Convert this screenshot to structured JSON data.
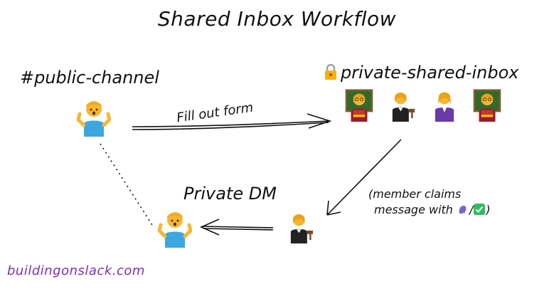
{
  "title": "Shared Inbox Workflow",
  "public_channel": {
    "label": "#public-channel",
    "icon": "person-shrugging-icon"
  },
  "private_inbox": {
    "label": "private-shared-inbox",
    "icon": "lock-icon",
    "members": [
      {
        "icon": "teacher-icon"
      },
      {
        "icon": "judge-icon"
      },
      {
        "icon": "office-worker-icon"
      },
      {
        "icon": "teacher-icon"
      }
    ]
  },
  "private_dm": {
    "label": "Private DM"
  },
  "arrow_form": {
    "label": "Fill out form"
  },
  "claim_note": {
    "line1": "(member claims",
    "line2_prefix": "message with ",
    "separator": "/",
    "line2_suffix": ")",
    "icons": [
      "speaking-head-icon",
      "check-box-icon"
    ]
  },
  "responder": {
    "icon": "judge-icon"
  },
  "requester": {
    "icon": "person-shrugging-icon"
  },
  "brand": "buildingonslack.com",
  "colors": {
    "brand": "#7b2fb5",
    "skin": "#f7b632",
    "shirt": "#3aa7e0",
    "check": "#2ebd5e",
    "speak": "#7a64c9"
  }
}
